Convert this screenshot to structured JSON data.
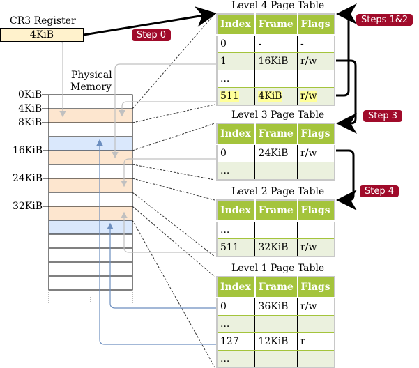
{
  "cr3": {
    "title": "CR3 Register",
    "value": "4KiB"
  },
  "memory": {
    "title_line1": "Physical",
    "title_line2": "Memory",
    "labels": [
      "0KiB",
      "4KiB",
      "8KiB",
      "16KiB",
      "24KiB",
      "32KiB"
    ],
    "frame_colors": [
      "#ffffff",
      "#fde6cf",
      "#ffffff",
      "#dae8fc",
      "#fde6cf",
      "#ffffff",
      "#fde6cf",
      "#ffffff",
      "#fde6cf",
      "#dae8fc",
      "#ffffff",
      "#ffffff",
      "#ffffff",
      "#ffffff"
    ]
  },
  "steps": [
    "Step 0",
    "Steps 1&2",
    "Step 3",
    "Step 4"
  ],
  "tables": [
    {
      "title": "Level 4 Page Table",
      "headers": [
        "Index",
        "Frame",
        "Flags"
      ],
      "rows": [
        [
          "0",
          "-",
          "-"
        ],
        [
          "1",
          "16KiB",
          "r/w"
        ],
        [
          "...",
          "",
          ""
        ],
        [
          "511",
          "4KiB",
          "r/w"
        ]
      ],
      "highlight_row": 3
    },
    {
      "title": "Level 3 Page Table",
      "headers": [
        "Index",
        "Frame",
        "Flags"
      ],
      "rows": [
        [
          "0",
          "24KiB",
          "r/w"
        ],
        [
          "...",
          "",
          ""
        ]
      ]
    },
    {
      "title": "Level 2 Page Table",
      "headers": [
        "Index",
        "Frame",
        "Flags"
      ],
      "rows": [
        [
          "...",
          "",
          ""
        ],
        [
          "511",
          "32KiB",
          "r/w"
        ]
      ]
    },
    {
      "title": "Level 1 Page Table",
      "headers": [
        "Index",
        "Frame",
        "Flags"
      ],
      "rows": [
        [
          "0",
          "36KiB",
          "r/w"
        ],
        [
          "...",
          "",
          ""
        ],
        [
          "127",
          "12KiB",
          "r"
        ],
        [
          "...",
          "",
          ""
        ]
      ]
    }
  ],
  "colors": {
    "header_green": "#a4c43c",
    "row_green": "#ebf1de",
    "step_red": "#a00b2a",
    "highlight": "#ffff99",
    "pointer_blue": "#6c8ebf"
  }
}
